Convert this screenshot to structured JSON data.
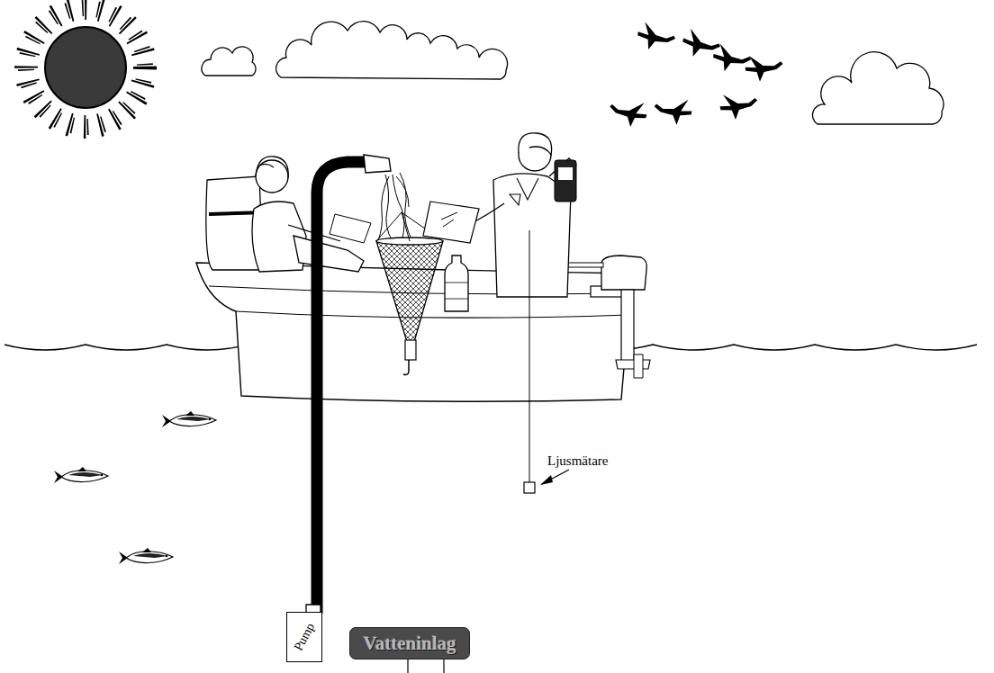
{
  "diagram": {
    "nodes": [
      {
        "text": [
          "Pump"
        ]
      },
      {
        "text": [
          "Vatteninlag"
        ]
      }
    ],
    "labels": [
      "Ljusmätare"
    ]
  }
}
